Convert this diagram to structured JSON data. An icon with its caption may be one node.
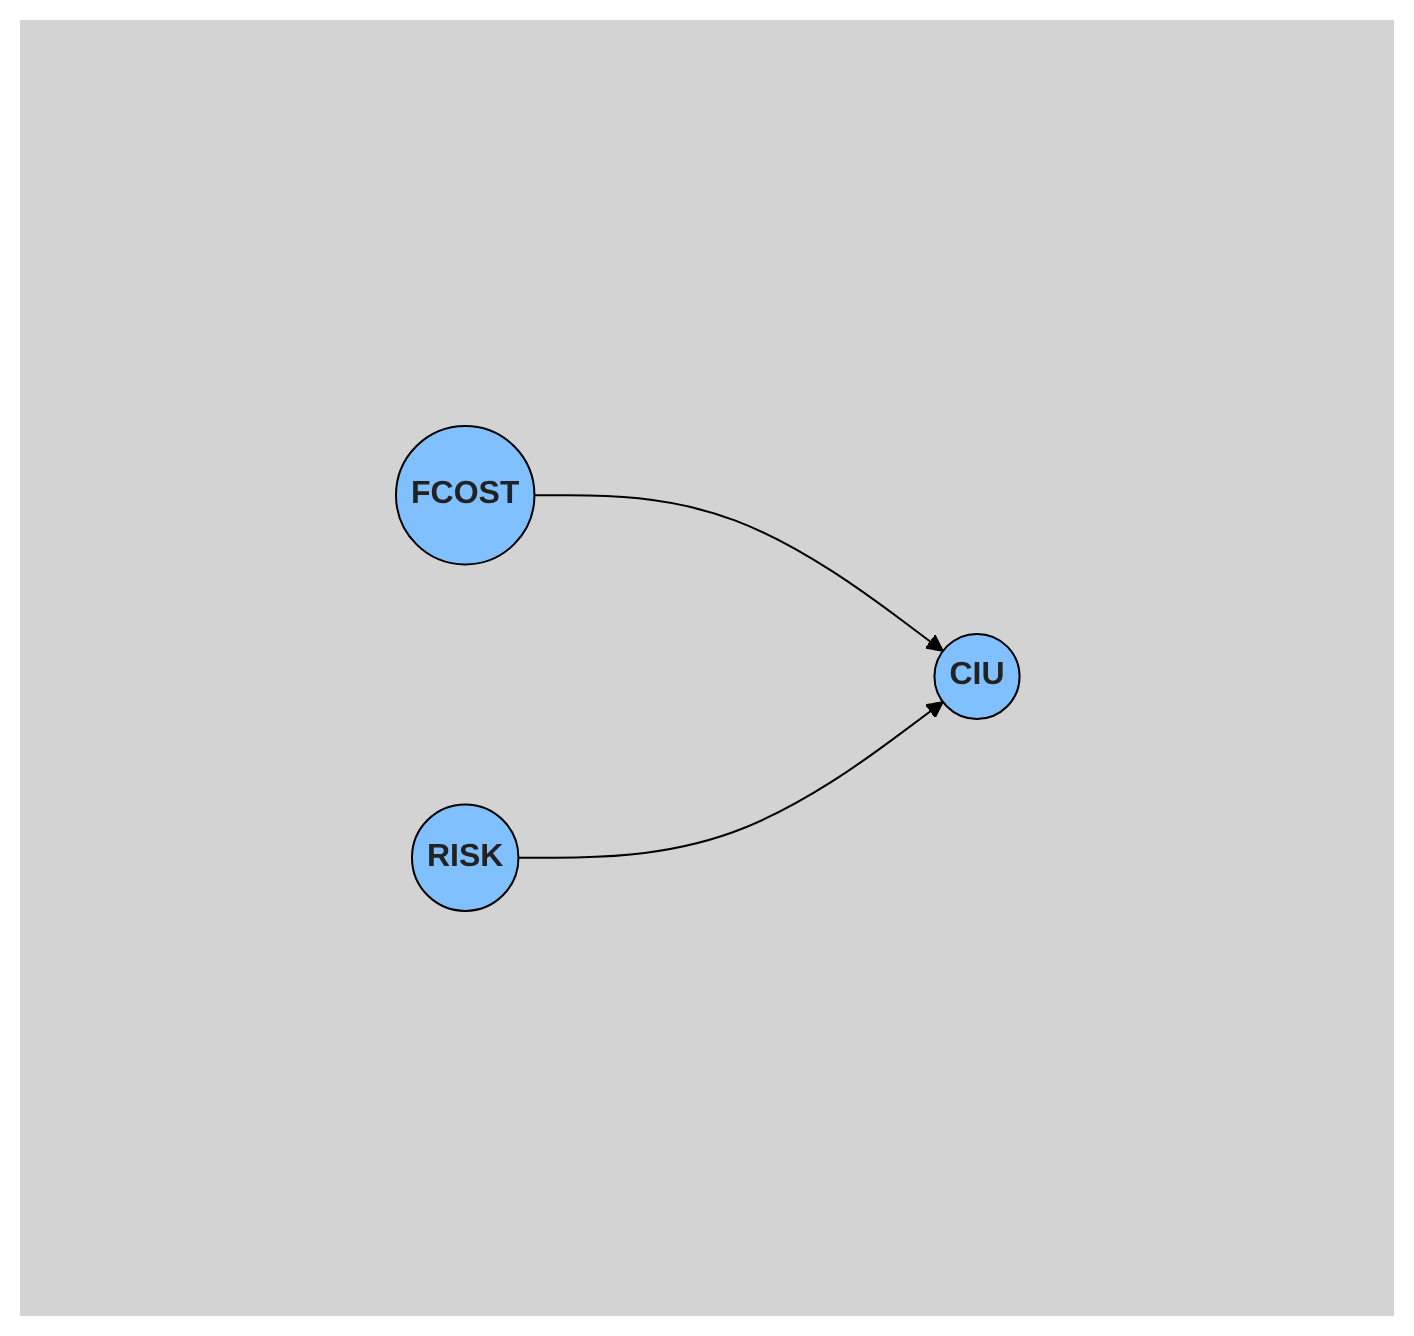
{
  "diagram": {
    "nodes": [
      {
        "text": [
          "FCOST"
        ]
      },
      {
        "text": [
          "CIU"
        ]
      },
      {
        "text": [
          "RISK"
        ]
      }
    ],
    "edges": [
      {
        "from": 0,
        "to": 1,
        "arrow": "to"
      },
      {
        "from": 2,
        "to": 1,
        "arrow": "to"
      }
    ]
  }
}
